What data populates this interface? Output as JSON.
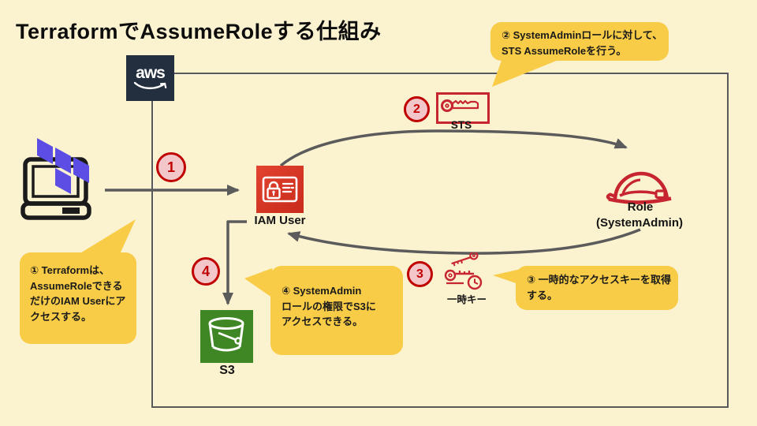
{
  "title": "TerraformでAssumeRoleする仕組み",
  "aws_logo_text": "aws",
  "steps": [
    "1",
    "2",
    "3",
    "4"
  ],
  "nodes": {
    "iam_user": "IAM User",
    "sts": "STS",
    "role": "Role",
    "role_sub": "(SystemAdmin)",
    "temp_key": "一時キー",
    "s3": "S3"
  },
  "callouts": {
    "step1": "① Terraformは、\nAssumeRoleできる\nだけのIAM Userにア\nクセスする。",
    "step2": "② SystemAdminロールに対して、\nSTS AssumeRoleを行う。",
    "step3": "③ 一時的なアクセスキーを取得\nする。",
    "step4": "④ SystemAdmin\nロールの権限でS3に\nアクセスできる。"
  },
  "colors": {
    "background": "#FBF2D0",
    "callout_yellow": "#F8CC46",
    "badge_fill": "#F3C7CA",
    "badge_border": "#C00000",
    "arrow_gray": "#5B5B5B",
    "aws_navy": "#232F3E",
    "iam_red": "#D9372A",
    "icon_red": "#C7252F",
    "s3_green": "#3F8624",
    "terraform_purple": "#5C4EE5"
  }
}
